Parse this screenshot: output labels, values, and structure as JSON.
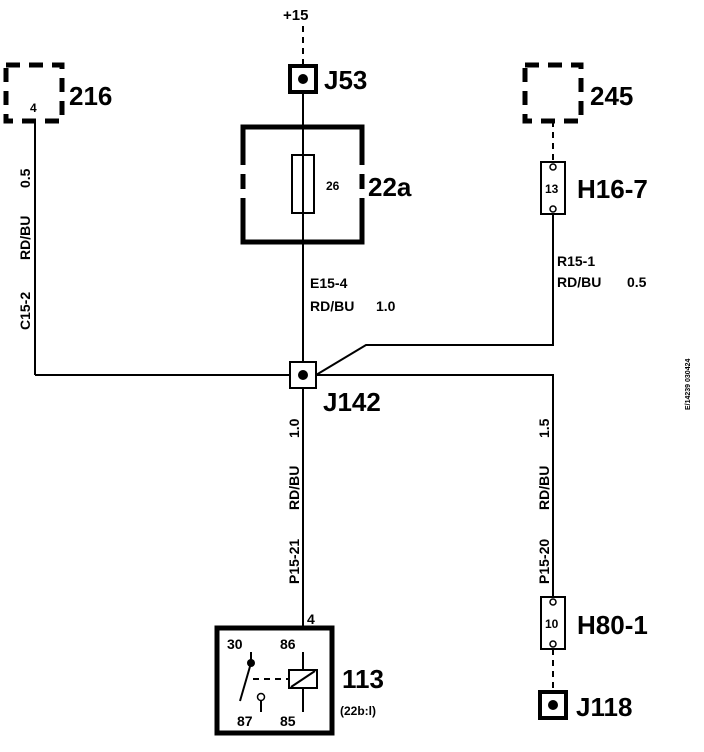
{
  "supply": {
    "label": "+15"
  },
  "components": {
    "c216": {
      "id": "216",
      "pin": "4"
    },
    "j53": {
      "id": "J53"
    },
    "fuse": {
      "id": "22a",
      "number": "26"
    },
    "c245": {
      "id": "245"
    },
    "h16": {
      "id": "H16-7",
      "pin": "13"
    },
    "j142": {
      "id": "J142"
    },
    "h80": {
      "id": "H80-1",
      "pin": "10"
    },
    "j118": {
      "id": "J118"
    },
    "relay": {
      "id": "113",
      "sub": "(22b:l)",
      "pin_in": "4",
      "pin30": "30",
      "pin86": "86",
      "pin87": "87",
      "pin85": "85"
    }
  },
  "wires": {
    "c15_2": {
      "code": "C15-2",
      "color": "RD/BU",
      "gauge": "0.5"
    },
    "e15_4": {
      "code": "E15-4",
      "color": "RD/BU",
      "gauge": "1.0"
    },
    "r15_1": {
      "code": "R15-1",
      "color": "RD/BU",
      "gauge": "0.5"
    },
    "p15_21": {
      "code": "P15-21",
      "color": "RD/BU",
      "gauge": "1.0"
    },
    "p15_20": {
      "code": "P15-20",
      "color": "RD/BU",
      "gauge": "1.5"
    }
  },
  "figure_ref": "E/14239 030424"
}
